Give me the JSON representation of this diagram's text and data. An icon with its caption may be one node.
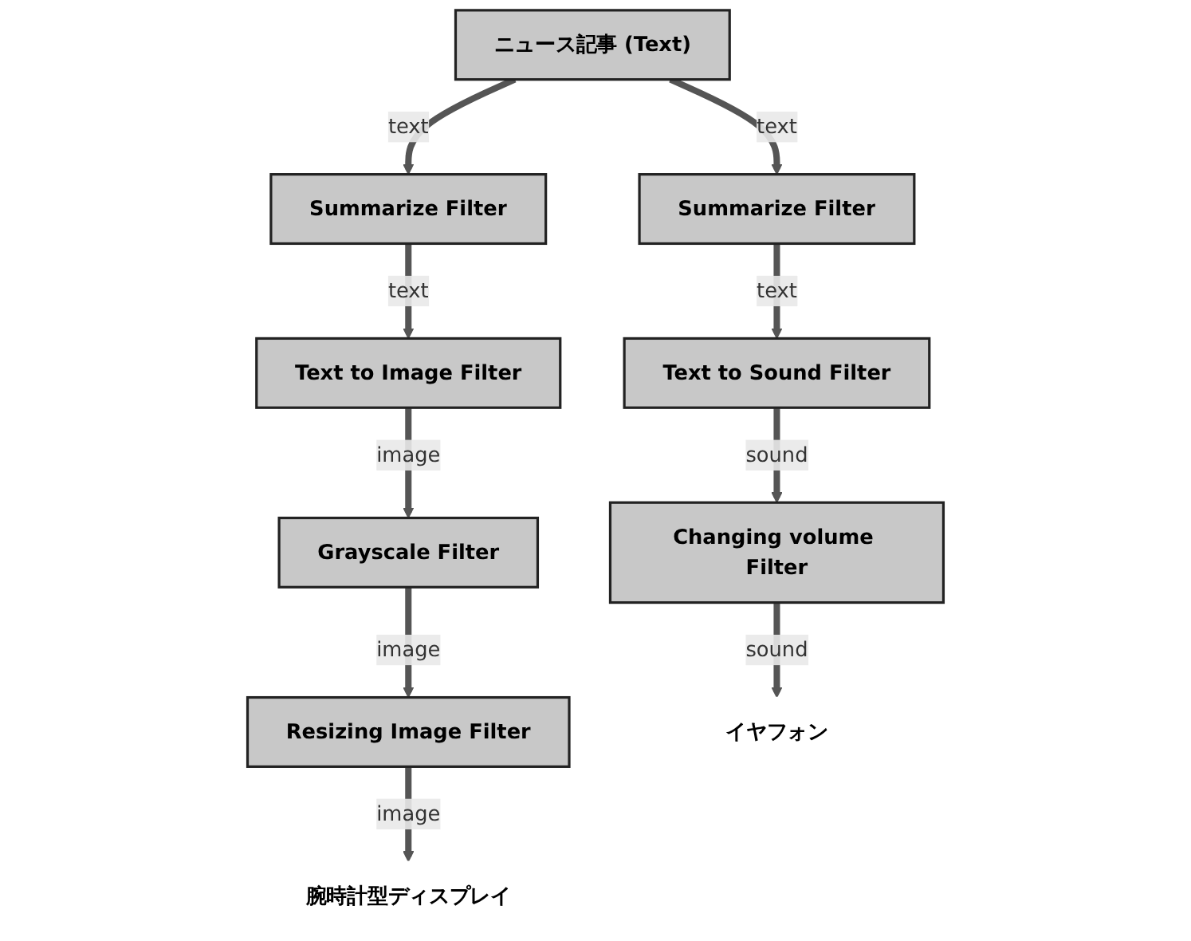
{
  "diagram": {
    "nodes": [
      {
        "text": [
          "ニュース記事 (Text)"
        ]
      },
      {
        "text": [
          "Summarize Filter"
        ]
      },
      {
        "text": [
          "Text to Image Filter"
        ]
      },
      {
        "text": [
          "Grayscale Filter"
        ]
      },
      {
        "text": [
          "Resizing Image Filter"
        ]
      },
      {
        "text": [
          "腕時計型ディスプレイ"
        ]
      },
      {
        "text": [
          "Summarize Filter"
        ]
      },
      {
        "text": [
          "Text to Sound Filter"
        ]
      },
      {
        "text": [
          "Changing volume Filter"
        ]
      },
      {
        "text": [
          "イヤフォン"
        ]
      }
    ],
    "edges": [
      {
        "from": 0,
        "to": 1,
        "arrow": "to",
        "label": "text"
      },
      {
        "from": 1,
        "to": 2,
        "arrow": "to",
        "label": "text"
      },
      {
        "from": 2,
        "to": 3,
        "arrow": "to",
        "label": "image"
      },
      {
        "from": 3,
        "to": 4,
        "arrow": "to",
        "label": "image"
      },
      {
        "from": 4,
        "to": 5,
        "arrow": "to",
        "label": "image"
      },
      {
        "from": 0,
        "to": 6,
        "arrow": "to",
        "label": "text"
      },
      {
        "from": 6,
        "to": 7,
        "arrow": "to",
        "label": "text"
      },
      {
        "from": 7,
        "to": 8,
        "arrow": "to",
        "label": "sound"
      },
      {
        "from": 8,
        "to": 9,
        "arrow": "to",
        "label": "sound"
      }
    ]
  }
}
